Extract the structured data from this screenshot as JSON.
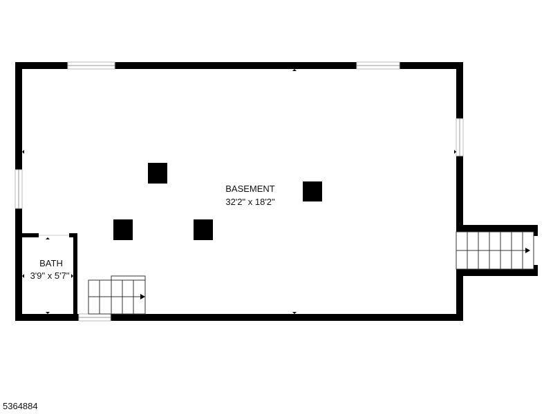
{
  "rooms": {
    "basement": {
      "name": "BASEMENT",
      "dimensions": "32'2\" x 18'2\""
    },
    "bath": {
      "name": "BATH",
      "dimensions": "3'9\" x 5'7\""
    }
  },
  "listing_id": "5364884",
  "colors": {
    "wall": "#000000",
    "background": "#ffffff",
    "opening": "#bfbfbf"
  }
}
